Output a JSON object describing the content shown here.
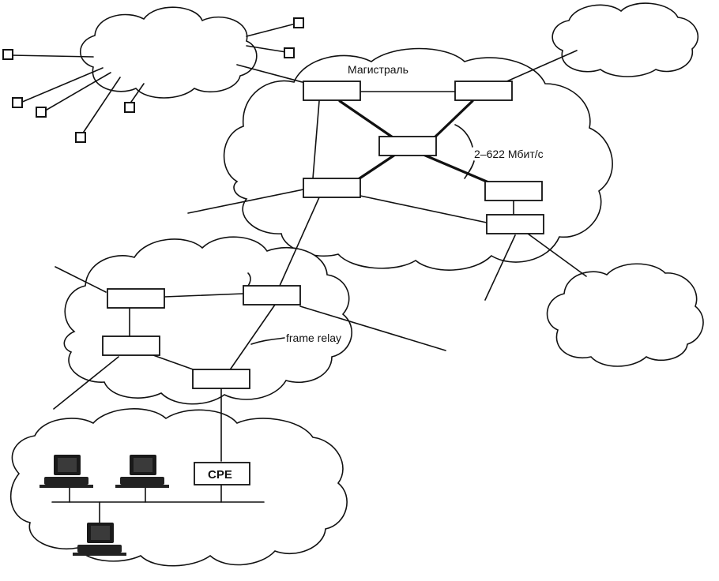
{
  "labels": {
    "backbone": "Магистраль",
    "speed": "2–622 Мбит/с",
    "frame_relay": "frame relay",
    "cpe": "CPE"
  }
}
